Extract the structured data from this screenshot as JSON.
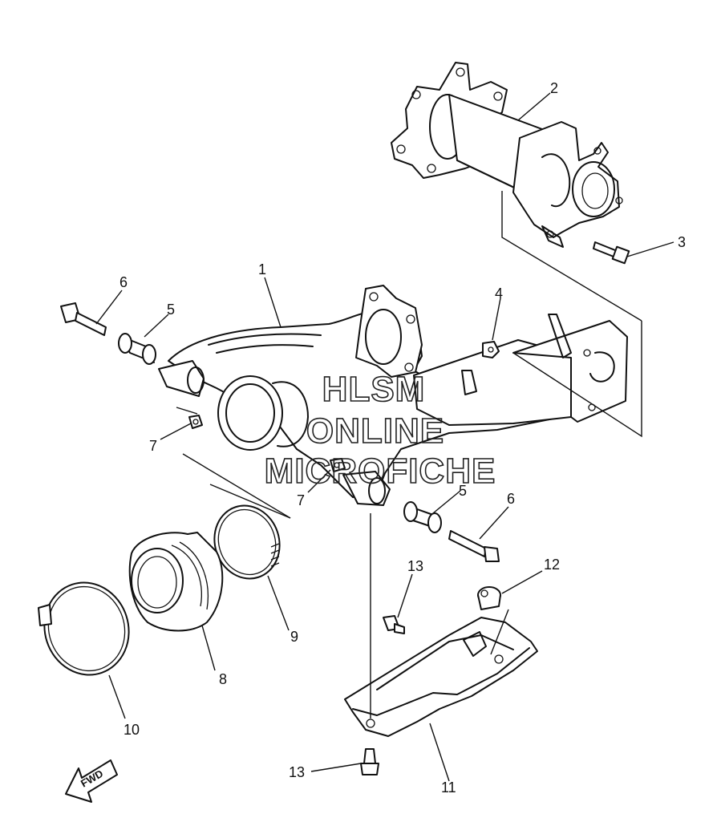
{
  "watermark": {
    "line1": "HLSM",
    "line2": "ONLINE",
    "line3": "MICROFICHE"
  },
  "direction_marker": {
    "label": "FWD"
  },
  "callouts": {
    "c1": "1",
    "c2": "2",
    "c3": "3",
    "c4": "4",
    "c5a": "5",
    "c5b": "5",
    "c6a": "6",
    "c6b": "6",
    "c7a": "7",
    "c7b": "7",
    "c8": "8",
    "c9": "9",
    "c10": "10",
    "c11": "11",
    "c12": "12",
    "c13a": "13",
    "c13b": "13"
  }
}
